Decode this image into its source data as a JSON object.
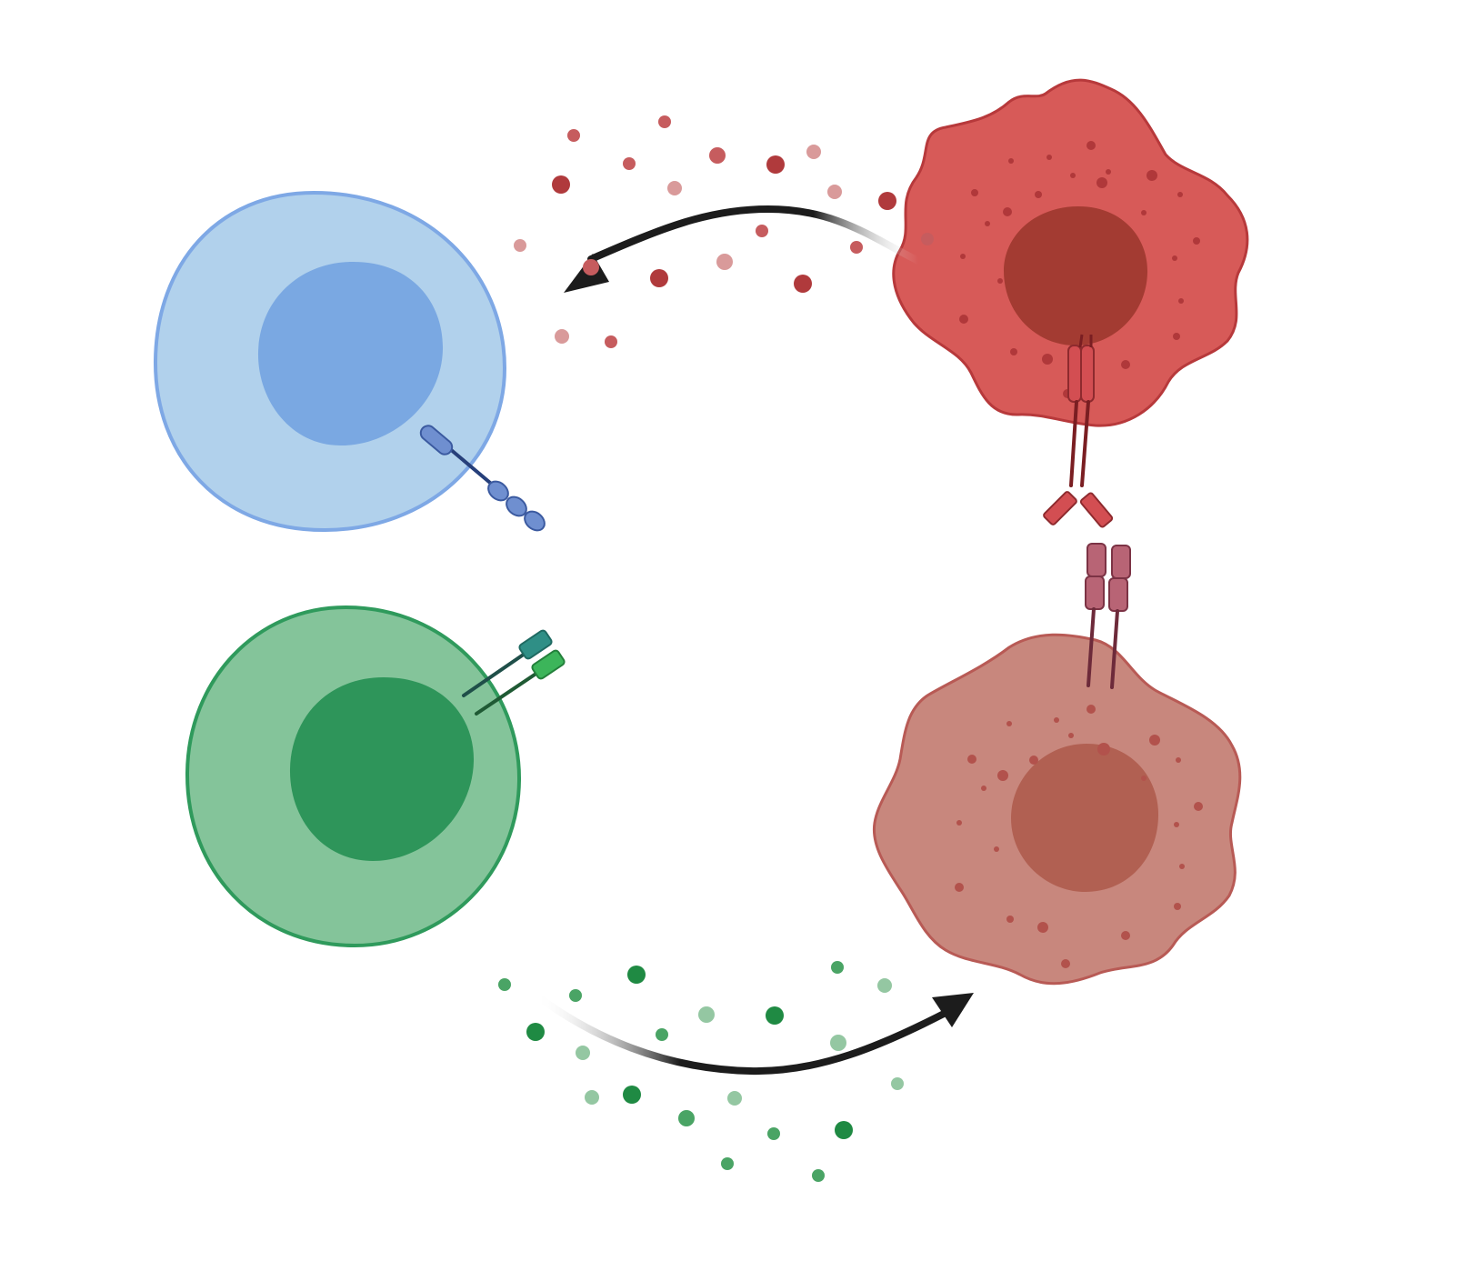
{
  "diagram": {
    "cells": [
      {
        "id": "blue-cell",
        "membrane_color": "#b1d1ec",
        "outline_color": "#7ea8e5",
        "nucleus_color": "#7aa8e2",
        "receptor_color": "#6f8fd0",
        "receptor_stalk_color": "#263f7a"
      },
      {
        "id": "green-cell",
        "membrane_color": "#84c49a",
        "outline_color": "#2f9a5c",
        "nucleus_color": "#2e955a",
        "receptor_colors": [
          "#2f8f86",
          "#3cb55a"
        ],
        "receptor_stalk_color": "#1f4f49"
      },
      {
        "id": "red-cell-top",
        "membrane_color": "#d75a58",
        "outline_color": "#b7393b",
        "nucleus_color": "#a33b32",
        "receptor_color": "#d34e52"
      },
      {
        "id": "red-cell-bottom",
        "membrane_color": "#c8877d",
        "outline_color": "#b85a55",
        "nucleus_color": "#b16052",
        "receptor_color": "#b86475"
      }
    ],
    "arrows": [
      {
        "id": "arrow-red-to-blue",
        "color": "#1c1c1c"
      },
      {
        "id": "arrow-green-to-red",
        "color": "#1c1c1c"
      }
    ],
    "particles": {
      "red_colors": [
        "#b03a3c",
        "#c65c5e",
        "#d99a9a"
      ],
      "green_colors": [
        "#1f8a43",
        "#4aa465",
        "#94c7a2"
      ]
    }
  }
}
